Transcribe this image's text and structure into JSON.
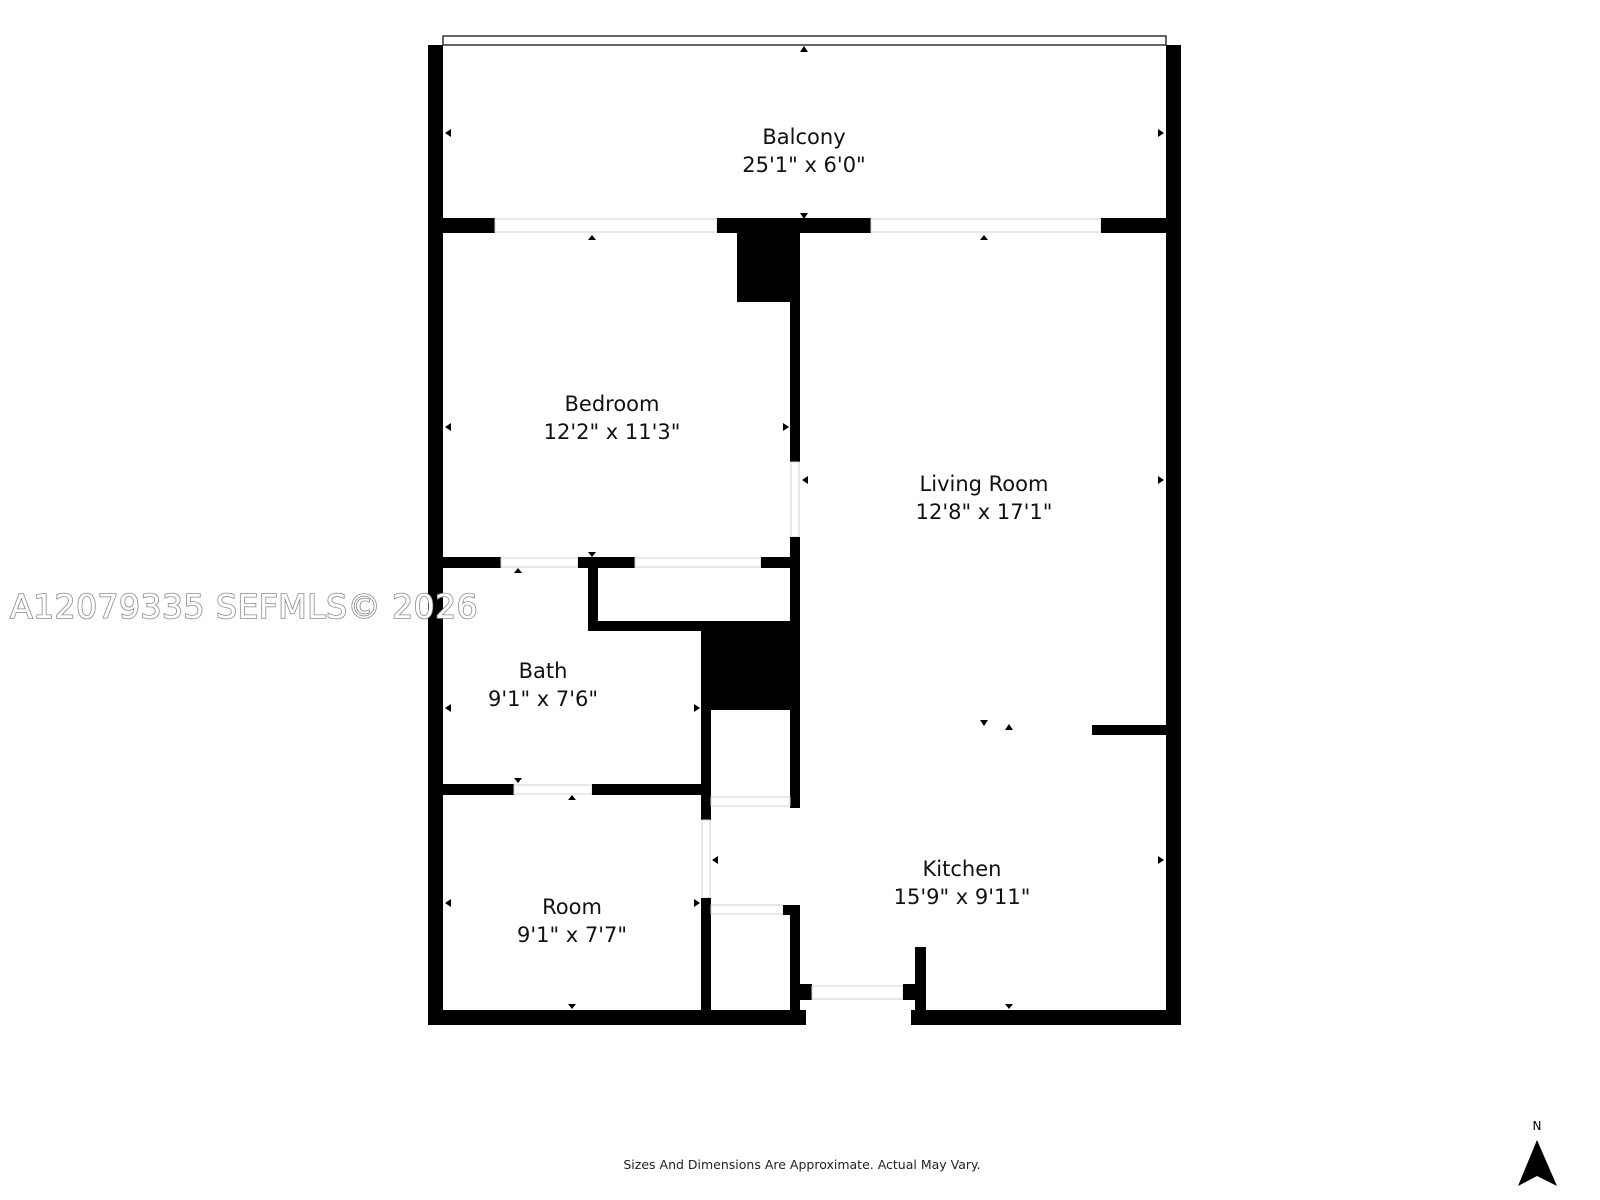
{
  "rooms": {
    "balcony": {
      "name": "Balcony",
      "dimensions": "25'1\" x 6'0\""
    },
    "bedroom": {
      "name": "Bedroom",
      "dimensions": "12'2\" x 11'3\""
    },
    "living_room": {
      "name": "Living Room",
      "dimensions": "12'8\" x 17'1\""
    },
    "bath": {
      "name": "Bath",
      "dimensions": "9'1\" x 7'6\""
    },
    "kitchen": {
      "name": "Kitchen",
      "dimensions": "15'9\" x 9'11\""
    },
    "room": {
      "name": "Room",
      "dimensions": "9'1\" x 7'7\""
    }
  },
  "watermark": "A12079335  SEFMLS© 2026",
  "disclaimer": "Sizes And Dimensions Are Approximate. Actual May Vary.",
  "compass": {
    "label": "N",
    "icon": "north-arrow-icon"
  },
  "colors": {
    "wall": "#000000",
    "background": "#ffffff",
    "watermark_outline": "#8a8a8a"
  }
}
